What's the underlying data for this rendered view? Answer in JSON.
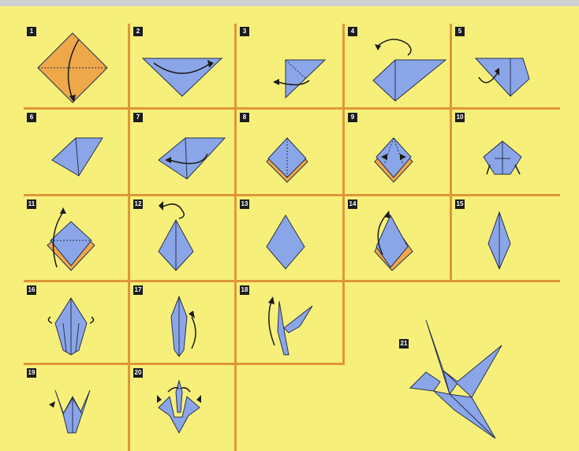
{
  "steps": [
    {
      "n": "1"
    },
    {
      "n": "2"
    },
    {
      "n": "3"
    },
    {
      "n": "4"
    },
    {
      "n": "5"
    },
    {
      "n": "6"
    },
    {
      "n": "7"
    },
    {
      "n": "8"
    },
    {
      "n": "9"
    },
    {
      "n": "10"
    },
    {
      "n": "11"
    },
    {
      "n": "12"
    },
    {
      "n": "13"
    },
    {
      "n": "14"
    },
    {
      "n": "15"
    },
    {
      "n": "16"
    },
    {
      "n": "17"
    },
    {
      "n": "18"
    },
    {
      "n": "19"
    },
    {
      "n": "20"
    },
    {
      "n": "21"
    }
  ],
  "colors": {
    "paper": "#f6f07a",
    "grid": "#e0953a",
    "blue": "#8aa6e8",
    "orange": "#eea84a",
    "stroke": "#2a3050"
  }
}
